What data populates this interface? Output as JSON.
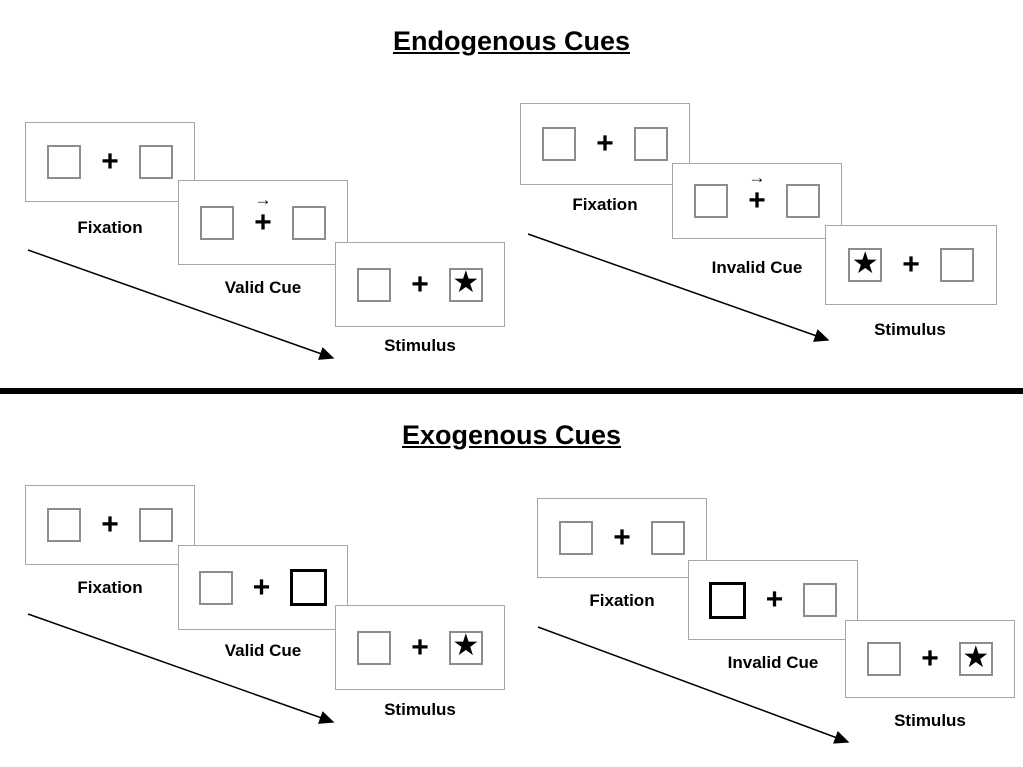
{
  "glyphs": {
    "plus": "+",
    "star": "★",
    "cue_arrow": "→"
  },
  "diagram": {
    "sections": [
      {
        "id": "endogenous",
        "title": "Endogenous Cues",
        "groups": [
          {
            "id": "valid-trial",
            "panels": [
              {
                "label": "Fixation",
                "left_box": "empty",
                "right_box": "empty",
                "cue": "none"
              },
              {
                "label": "Valid Cue",
                "left_box": "empty",
                "right_box": "empty",
                "cue": "arrow-right-above-fixation"
              },
              {
                "label": "Stimulus",
                "left_box": "empty",
                "right_box": "star",
                "cue": "none"
              }
            ]
          },
          {
            "id": "invalid-trial",
            "panels": [
              {
                "label": "Fixation",
                "left_box": "empty",
                "right_box": "empty",
                "cue": "none"
              },
              {
                "label": "Invalid Cue",
                "left_box": "empty",
                "right_box": "empty",
                "cue": "arrow-right-above-fixation"
              },
              {
                "label": "Stimulus",
                "left_box": "star",
                "right_box": "empty",
                "cue": "none"
              }
            ]
          }
        ]
      },
      {
        "id": "exogenous",
        "title": "Exogenous Cues",
        "groups": [
          {
            "id": "valid-trial",
            "panels": [
              {
                "label": "Fixation",
                "left_box": "empty",
                "right_box": "empty",
                "cue": "none"
              },
              {
                "label": "Valid Cue",
                "left_box": "empty",
                "right_box": "bold-outline",
                "cue": "box-highlight-right"
              },
              {
                "label": "Stimulus",
                "left_box": "empty",
                "right_box": "star",
                "cue": "none"
              }
            ]
          },
          {
            "id": "invalid-trial",
            "panels": [
              {
                "label": "Fixation",
                "left_box": "empty",
                "right_box": "empty",
                "cue": "none"
              },
              {
                "label": "Invalid Cue",
                "left_box": "bold-outline",
                "right_box": "empty",
                "cue": "box-highlight-left"
              },
              {
                "label": "Stimulus",
                "left_box": "empty",
                "right_box": "star",
                "cue": "none"
              }
            ]
          }
        ]
      }
    ]
  }
}
